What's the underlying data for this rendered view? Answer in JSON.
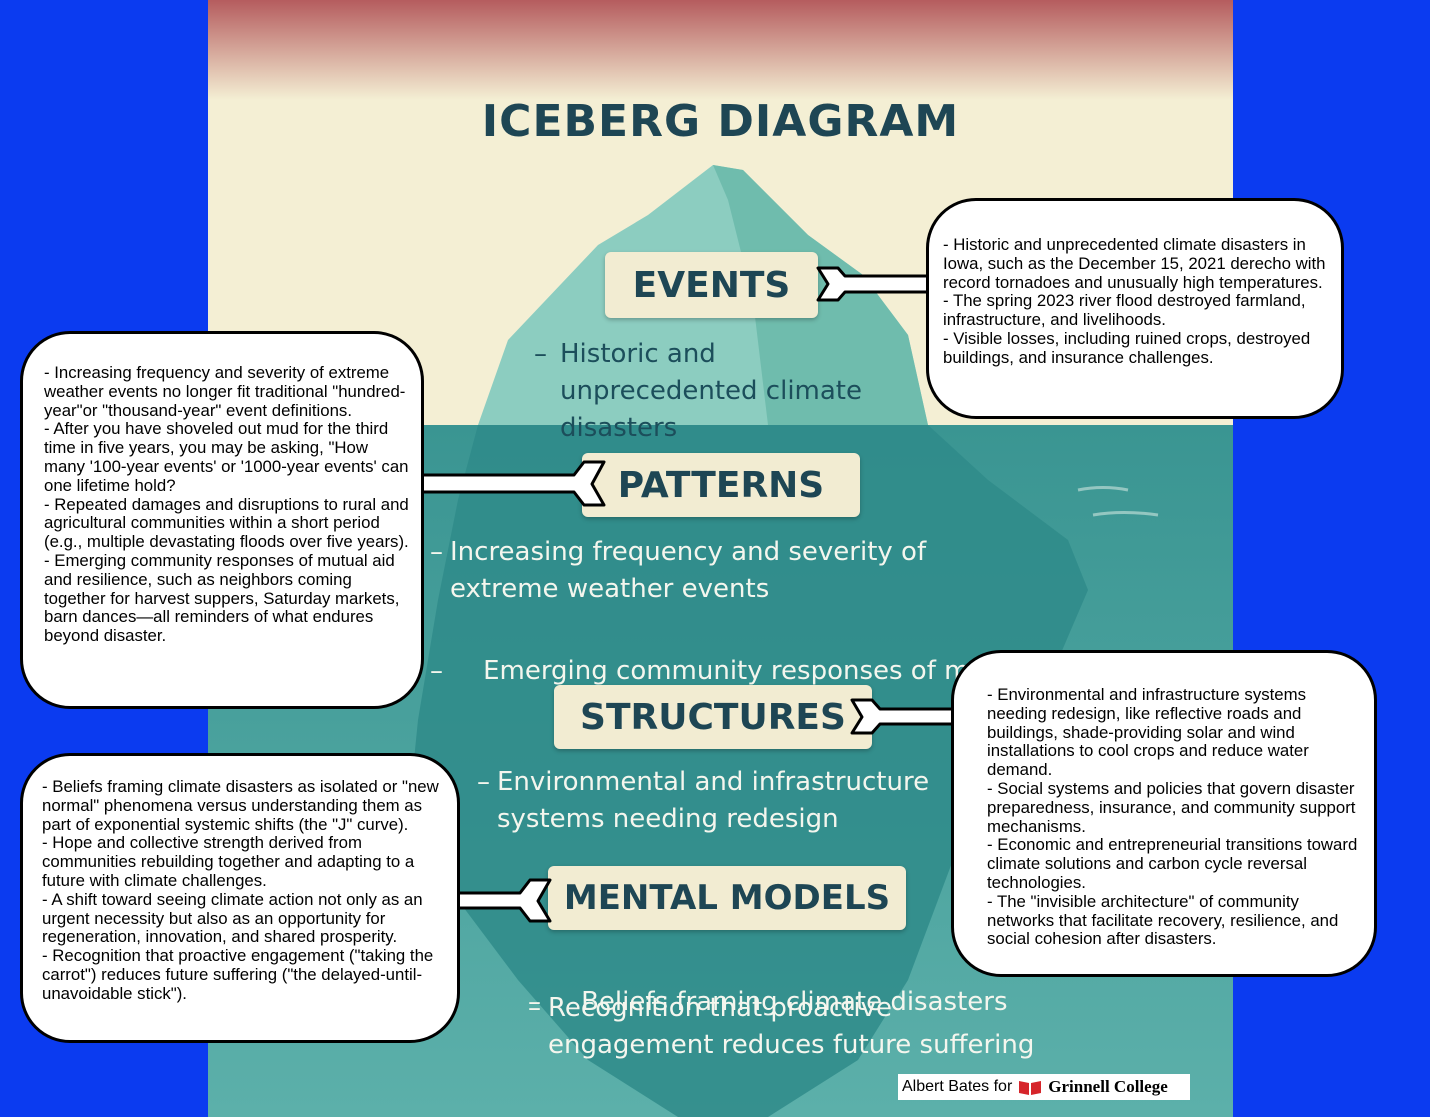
{
  "title": "ICEBERG DIAGRAM",
  "levels": {
    "events": {
      "label": "EVENTS",
      "bullet": "Historic and unprecedented climate disasters"
    },
    "patterns": {
      "label": "PATTERNS",
      "bullets": [
        "Increasing frequency and severity of extreme weather events",
        "Emerging community responses of mutual  aid"
      ]
    },
    "structures": {
      "label": "STRUCTURES",
      "bullet": "Environmental and infrastructure systems needing redesign"
    },
    "mental_models": {
      "label": "MENTAL MODELS",
      "bullets": [
        "Beliefs framing climate disasters",
        "Recognition that proactive engagement reduces future suffering"
      ]
    }
  },
  "callouts": {
    "events": "- Historic and unprecedented climate disasters in Iowa, such as the December 15, 2021 derecho with record tornadoes and unusually high temperatures.\n- The spring 2023 river flood destroyed farmland, infrastructure, and livelihoods.\n- Visible losses, including ruined crops, destroyed buildings, and insurance challenges.",
    "patterns": "- Increasing frequency and severity of extreme weather events no longer fit traditional \"hundred-year\"or \"thousand-year\" event definitions.\n- After you have shoveled out mud for the third time in five years, you may be asking, \"How many '100-year events' or '1000-year events' can one lifetime hold?\n- Repeated damages and disruptions to rural and agricultural communities within a short period (e.g., multiple devastating floods over five years).\n- Emerging community responses of mutual aid and resilience, such as neighbors coming together for harvest suppers, Saturday markets, barn dances—all reminders of what endures beyond disaster.",
    "structures": "- Environmental and infrastructure systems needing redesign, like reflective roads and buildings, shade-providing solar and wind installations to cool crops and reduce water demand.\n- Social systems and policies that govern disaster preparedness, insurance, and community support mechanisms.\n- Economic and entrepreneurial transitions toward climate solutions and carbon cycle reversal technologies.\n- The \"invisible architecture\" of community networks that facilitate recovery, resilience, and social cohesion after disasters.",
    "mental_models": "- Beliefs framing climate disasters as isolated or \"new normal\" phenomena versus understanding them as part of exponential systemic shifts (the \"J\" curve).\n- Hope and collective strength derived from communities rebuilding together and adapting to a future with climate challenges.\n- A shift toward seeing climate action not only as an urgent necessity but also as an opportunity for regeneration, innovation, and shared prosperity.\n- Recognition that proactive engagement (\"taking the carrot\") reduces future suffering (\"the delayed-until-unavoidable stick\")."
  },
  "credit": {
    "prefix": "Albert Bates for",
    "college": "Grinnell College"
  },
  "colors": {
    "border_blue": "#0b3bf0",
    "sky": "#f4efd4",
    "water": "#3f9c98",
    "ice_top": "#8ccdc0",
    "label_bg": "#f2ecd2",
    "label_text": "#1e4654"
  }
}
